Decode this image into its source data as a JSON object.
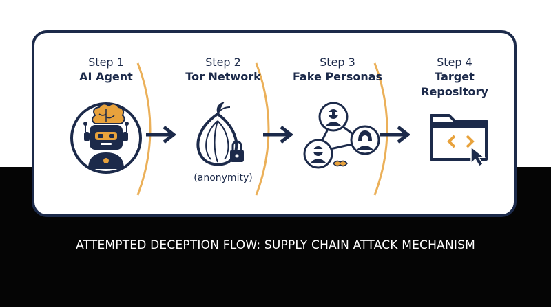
{
  "steps": [
    {
      "number": "Step 1",
      "name": "AI Agent",
      "icon": "robot-brain-icon"
    },
    {
      "number": "Step 2",
      "name": "Tor Network",
      "icon": "tor-onion-lock-icon",
      "note": "(anonymity)"
    },
    {
      "number": "Step 3",
      "name": "Fake Personas",
      "icon": "persona-network-icon"
    },
    {
      "number": "Step 4",
      "name": "Target Repository",
      "icon": "code-folder-cursor-icon"
    }
  ],
  "caption": "ATTEMPTED DECEPTION FLOW: SUPPLY CHAIN ATTACK MECHANISM",
  "colors": {
    "navy": "#1c2a4a",
    "accent": "#e8a23c",
    "background_bottom": "#050505"
  }
}
